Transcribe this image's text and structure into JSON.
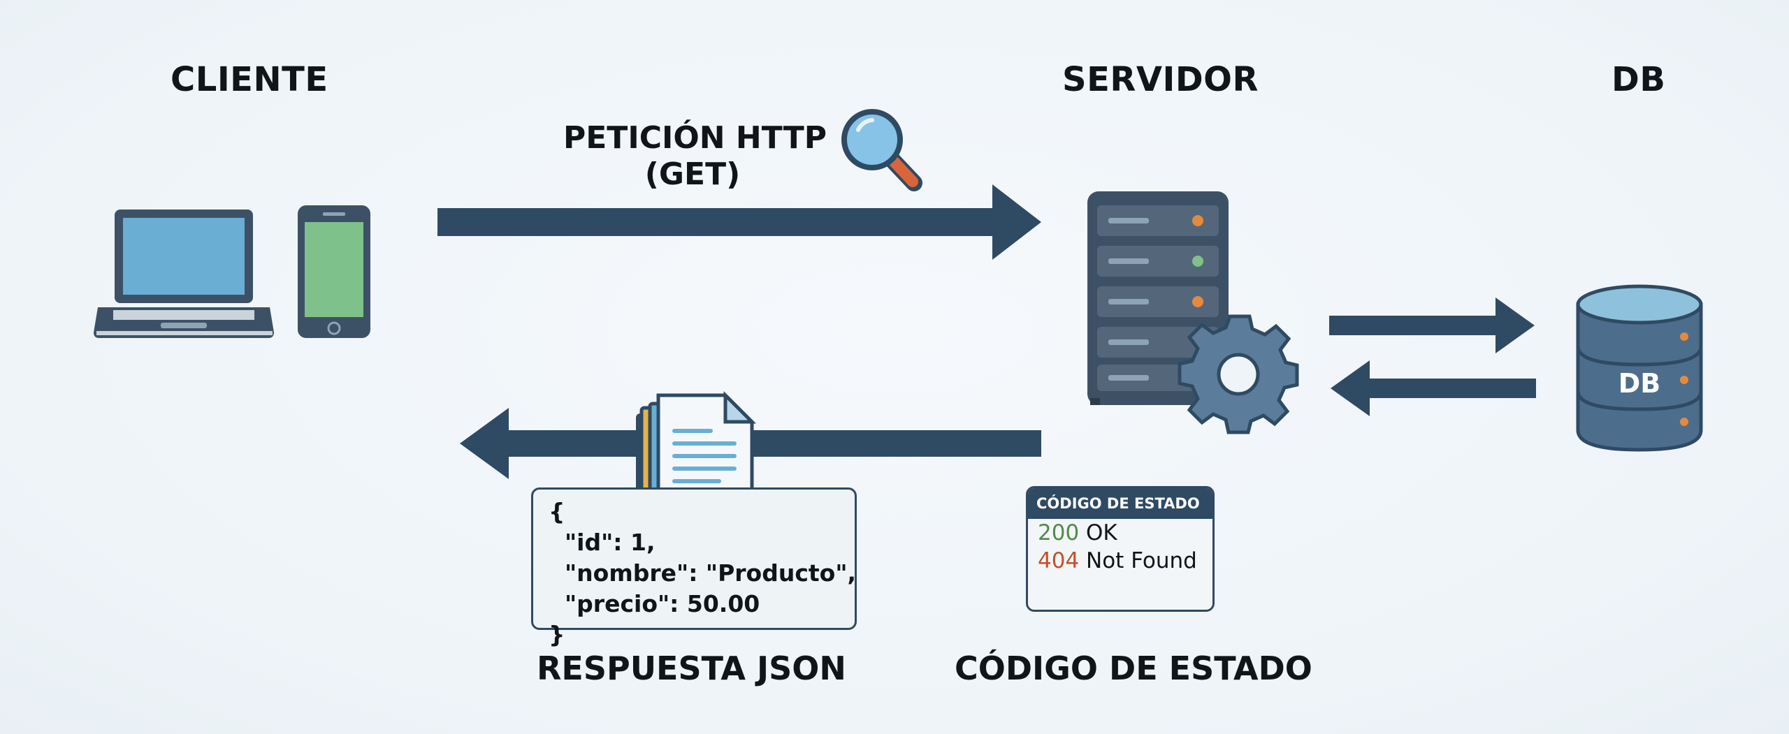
{
  "columns": {
    "client": "CLIENTE",
    "server": "SERVIDOR",
    "db": "DB"
  },
  "request": {
    "line1": "PETICIÓN HTTP",
    "line2": "(GET)"
  },
  "database": {
    "badge": "DB"
  },
  "json_response": {
    "lines": [
      "{",
      "  \"id\": 1,",
      "  \"nombre\": \"Producto\",",
      "  \"precio\": 50.00",
      "}"
    ],
    "caption": "RESPUESTA JSON"
  },
  "status_card": {
    "header": "CÓDIGO DE ESTADO",
    "entries": [
      {
        "code": "200",
        "text": "OK"
      },
      {
        "code": "404",
        "text": "Not Found"
      }
    ],
    "caption": "CÓDIGO DE ESTADO"
  },
  "colors": {
    "arrow": "#2f4a63",
    "server": "#3d5166",
    "db": "#4d6d8d",
    "ok": "#4e8c4a",
    "error": "#c4502c",
    "led": "#e58a3c"
  }
}
